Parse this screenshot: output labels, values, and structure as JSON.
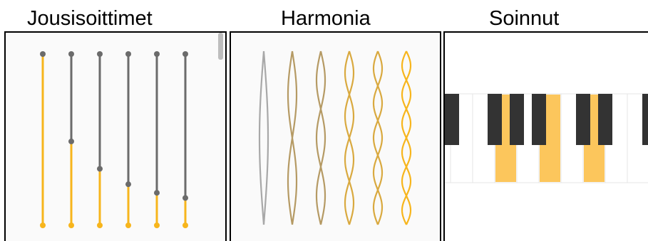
{
  "panels": [
    {
      "title": "Jousisoittimet"
    },
    {
      "title": "Harmonia"
    },
    {
      "title": "Soinnut"
    }
  ],
  "colors": {
    "accent": "#f7b51c",
    "string_gray": "#6b6b6b",
    "wave_gray": "#a8a8a8",
    "wave_gold": "#b59a64",
    "wave_amber": "#d9a93f",
    "key_highlight": "#fcc65c",
    "black_key": "#333333"
  },
  "strings": {
    "count": 6,
    "played_fraction": [
      1.0,
      0.49,
      0.33,
      0.24,
      0.19,
      0.16
    ]
  },
  "harmonics": {
    "loops": [
      1,
      2,
      3,
      4,
      5,
      6
    ]
  },
  "keyboard": {
    "highlighted_keys": [
      2,
      4,
      6
    ]
  }
}
